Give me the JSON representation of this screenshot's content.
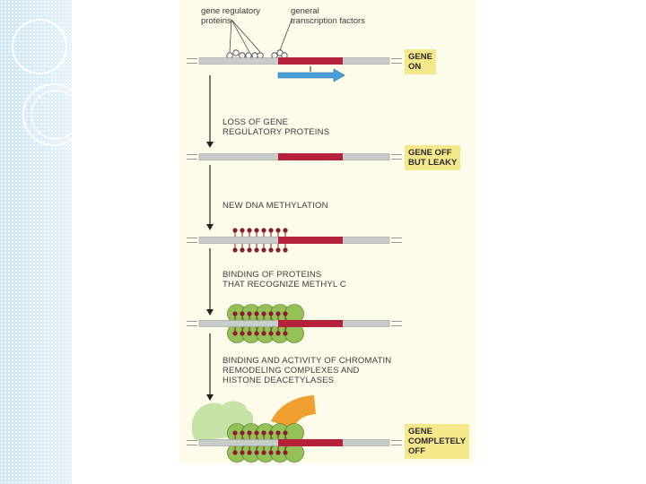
{
  "labels": {
    "gene_regulatory_proteins": "gene regulatory\nproteins",
    "general_transcription_factors": "general\ntranscription factors"
  },
  "states": [
    "GENE\nON",
    "GENE OFF\nBUT LEAKY",
    "GENE\nCOMPLETELY\nOFF"
  ],
  "steps": [
    "LOSS OF GENE\nREGULATORY PROTEINS",
    "NEW DNA METHYLATION",
    "BINDING OF PROTEINS\nTHAT RECOGNIZE METHYL C",
    "BINDING AND ACTIVITY OF CHROMATIN\nREMODELING COMPLEXES AND\nHISTONE DEACETYLASES"
  ],
  "colors": {
    "dna": "#c8ccca",
    "gene_region": "#b5203a",
    "transcript_arrow": "#4a9fd8",
    "methyl_group": "#8a1e2e",
    "methyl_binding_protein": "#94c257",
    "chromatin_remodeling_complex": "#c6e2a6",
    "histone_deacetylase": "#f0a030",
    "state_box": "#f5e88a"
  }
}
